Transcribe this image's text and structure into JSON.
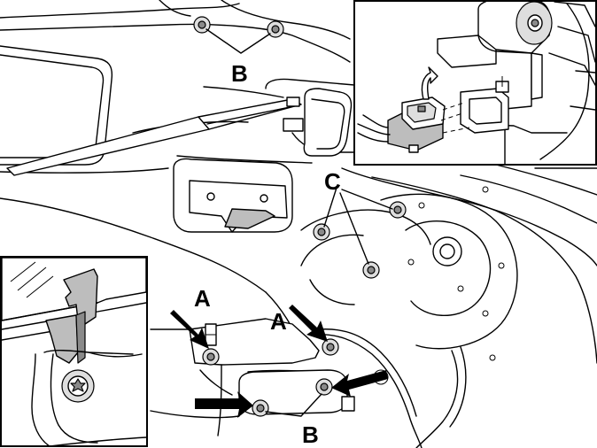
{
  "labels": {
    "b_top": "B",
    "c": "C",
    "a_left": "A",
    "a_right": "A",
    "b_bottom": "B"
  }
}
